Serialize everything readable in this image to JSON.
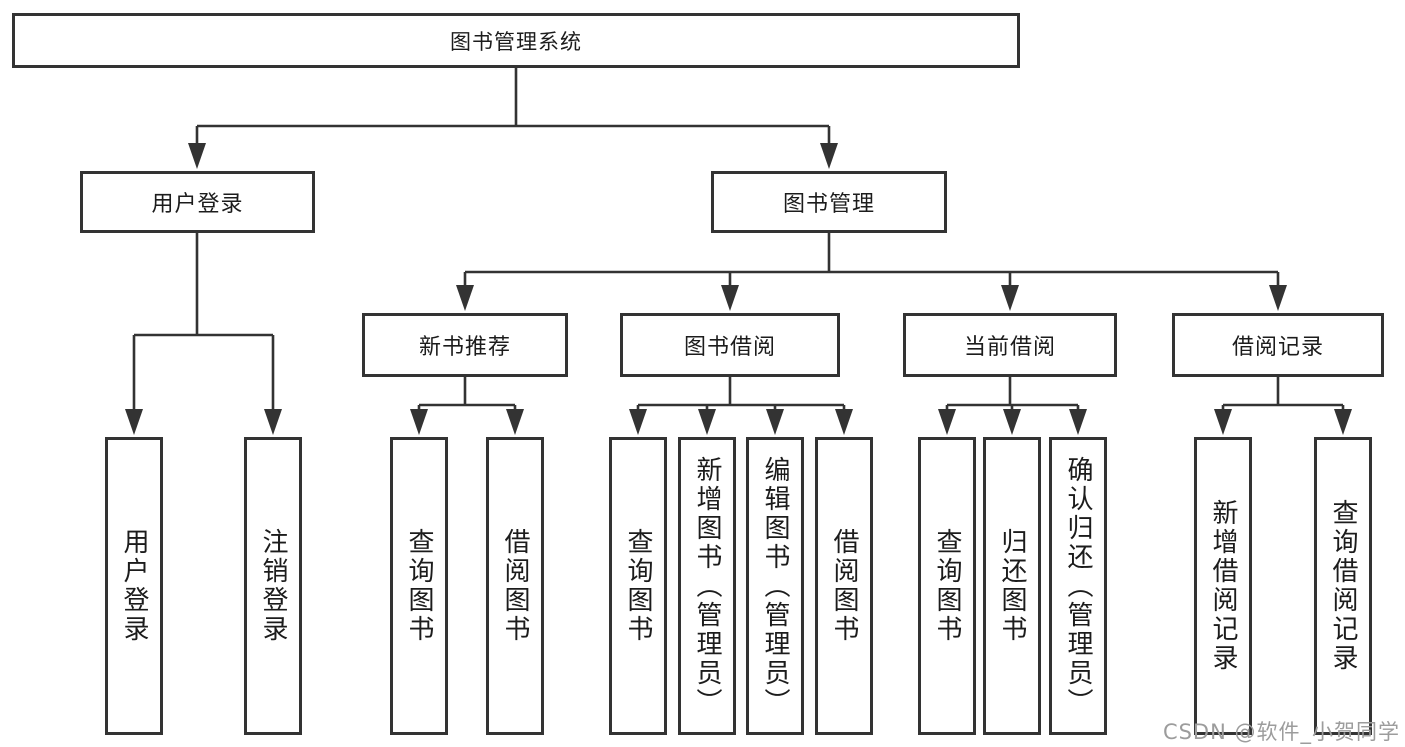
{
  "watermark": {
    "text": "CSDN @软件_小贺同学"
  },
  "colors": {
    "line": "#333333",
    "text": "#1c1c1c",
    "box_bg": "#ffffff",
    "wm": "#9c9c9c"
  },
  "chart_data": {
    "type": "tree-diagram",
    "title": "图书管理系统",
    "hierarchy": {
      "图书管理系统": {
        "用户登录": [
          "用户登录",
          "注销登录"
        ],
        "图书管理": {
          "新书推荐": [
            "查询图书",
            "借阅图书"
          ],
          "图书借阅": [
            "查询图书",
            "新增图书（管理员）",
            "编辑图书（管理员）",
            "借阅图书"
          ],
          "当前借阅": [
            "查询图书",
            "归还图书",
            "确认归还（管理员）"
          ],
          "借阅记录": [
            "新增借阅记录",
            "查询借阅记录"
          ]
        }
      }
    }
  },
  "diagram": {
    "root": {
      "label": "图书管理系统"
    },
    "branches": [
      {
        "label": "用户登录",
        "children": [
          {
            "label": "用户登录"
          },
          {
            "label": "注销登录"
          }
        ]
      },
      {
        "label": "图书管理",
        "children": [
          {
            "label": "新书推荐",
            "children": [
              {
                "label": "查询图书"
              },
              {
                "label": "借阅图书"
              }
            ]
          },
          {
            "label": "图书借阅",
            "children": [
              {
                "label": "查询图书"
              },
              {
                "label": "新增图书（管理员）"
              },
              {
                "label": "编辑图书（管理员）"
              },
              {
                "label": "借阅图书"
              }
            ]
          },
          {
            "label": "当前借阅",
            "children": [
              {
                "label": "查询图书"
              },
              {
                "label": "归还图书"
              },
              {
                "label": "确认归还（管理员）"
              }
            ]
          },
          {
            "label": "借阅记录",
            "children": [
              {
                "label": "新增借阅记录"
              },
              {
                "label": "查询借阅记录"
              }
            ]
          }
        ]
      }
    ]
  }
}
